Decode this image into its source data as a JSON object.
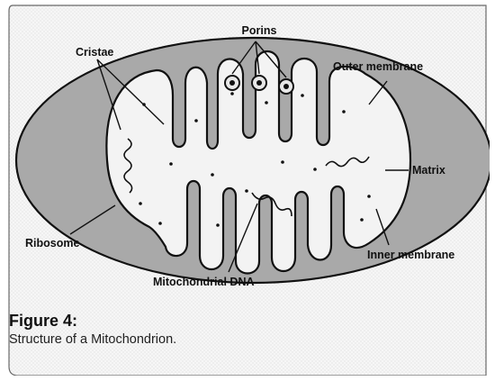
{
  "figure": {
    "heading": "Figure 4:",
    "caption": "Structure of a Mitochondrion."
  },
  "labels": {
    "porins": "Porins",
    "cristae": "Cristae",
    "outer_membrane": "Outer membrane",
    "matrix": "Matrix",
    "inner_membrane": "Inner membrane",
    "ribosome": "Ribosome",
    "mitochondrial_dna": "Mitochondrial DNA"
  },
  "colors": {
    "panel_background": "#ececec",
    "outer_membrane_fill": "#a9a9a9",
    "matrix_fill": "#f4f4f4",
    "outline": "#111111"
  }
}
